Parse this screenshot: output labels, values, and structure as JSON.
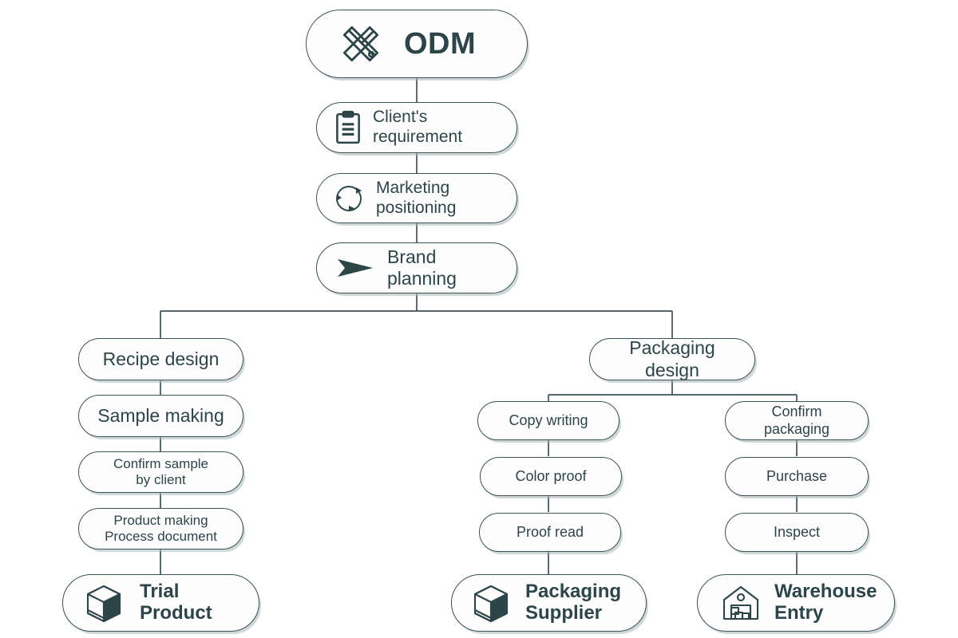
{
  "diagram": {
    "title": "ODM",
    "accent_color": "#2d4449",
    "border_color": "#3c5257",
    "background": "#ffffff",
    "shadow_color": "#aab6b6"
  },
  "nodes": {
    "odm": {
      "label": "ODM",
      "icon": "ruler-pencil-icon"
    },
    "client_requirement": {
      "label": "Client's requirement",
      "icon": "clipboard-icon"
    },
    "marketing": {
      "label": "Marketing positioning",
      "icon": "cycle-arrows-icon"
    },
    "brand_planning": {
      "label": "Brand planning",
      "icon": "arrow-play-icon"
    },
    "recipe_design": {
      "label": "Recipe design"
    },
    "sample_making": {
      "label": "Sample making"
    },
    "confirm_sample": {
      "label": "Confirm sample\nby client"
    },
    "product_making": {
      "label": "Product making\nProcess document"
    },
    "trial_product": {
      "label": "Trial Product",
      "icon": "box-3d-icon"
    },
    "packaging_design": {
      "label": "Packaging design"
    },
    "copy_writing": {
      "label": "Copy writing"
    },
    "color_proof": {
      "label": "Color proof"
    },
    "proof_read": {
      "label": "Proof read"
    },
    "packaging_supplier": {
      "label": "Packaging\nSupplier",
      "icon": "box-3d-icon"
    },
    "confirm_packaging": {
      "label": "Confirm packaging"
    },
    "purchase": {
      "label": "Purchase"
    },
    "inspect": {
      "label": "Inspect"
    },
    "warehouse_entry": {
      "label": "Warehouse\nEntry",
      "icon": "warehouse-icon"
    }
  },
  "flow": {
    "edges": [
      "odm -> client_requirement",
      "client_requirement -> marketing",
      "marketing -> brand_planning",
      "brand_planning -> recipe_design",
      "brand_planning -> packaging_design",
      "recipe_design -> sample_making",
      "sample_making -> confirm_sample",
      "confirm_sample -> product_making",
      "product_making -> trial_product",
      "packaging_design -> copy_writing",
      "packaging_design -> confirm_packaging",
      "copy_writing -> color_proof",
      "color_proof -> proof_read",
      "proof_read -> packaging_supplier",
      "confirm_packaging -> purchase",
      "purchase -> inspect",
      "inspect -> warehouse_entry"
    ]
  }
}
